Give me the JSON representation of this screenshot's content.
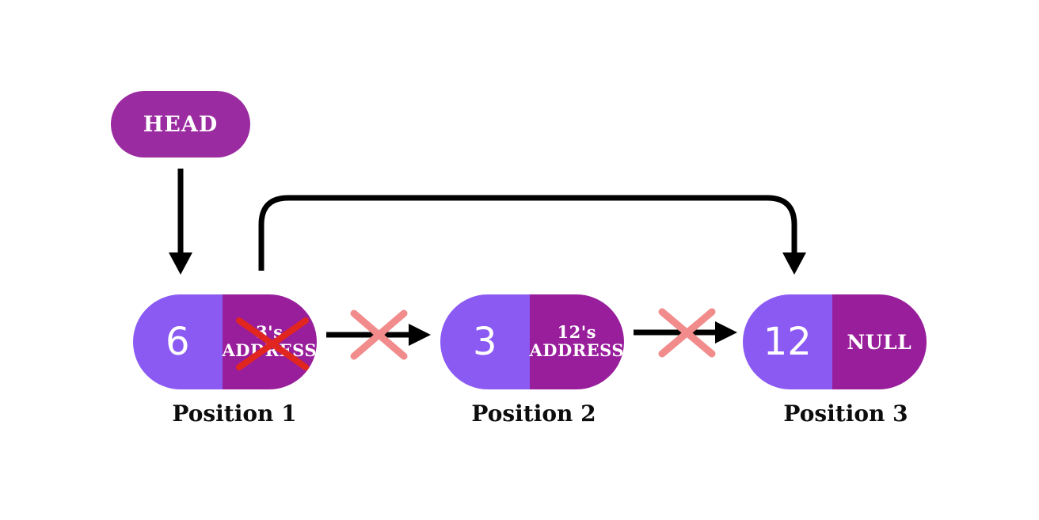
{
  "colors": {
    "head-bg": "#9b2ba0",
    "node-left": "#8a5af3",
    "node-right": "#991e9c",
    "arrow": "#000000",
    "cross-soft": "#f28c8c",
    "cross-strong": "#e0261f",
    "label-text": "#0d0d0d",
    "node-text": "#ffffff"
  },
  "head": {
    "label": "HEAD"
  },
  "nodes": [
    {
      "value": "6",
      "pointer_line1": "3's",
      "pointer_line2": "ADDRESS",
      "label": "Position 1"
    },
    {
      "value": "3",
      "pointer_line1": "12's",
      "pointer_line2": "ADDRESS",
      "label": "Position 2"
    },
    {
      "value": "12",
      "pointer_line1": "NULL",
      "pointer_line2": "",
      "label": "Position 3"
    }
  ]
}
